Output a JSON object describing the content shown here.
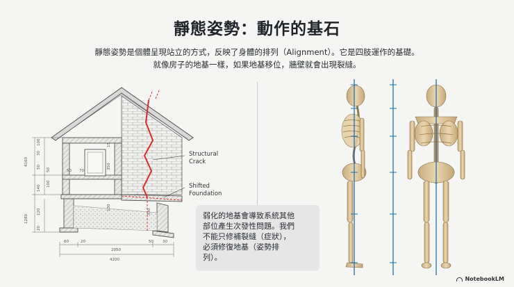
{
  "title": "靜態姿勢：動作的基石",
  "subtitle_line1": "靜態姿勢是個體呈現站立的方式，反映了身體的排列（Alignment）。它是四肢運作的基礎。",
  "subtitle_line2": "就像房子的地基一樣，如果地基移位，牆壁就會出現裂縫。",
  "house": {
    "label_crack_1": "Structural",
    "label_crack_2": "Crack",
    "label_foundation_1": "Shifted",
    "label_foundation_2": "Foundation",
    "dims": {
      "left_total": "4160",
      "left_upper_a": "100",
      "left_upper_b": "30",
      "left_mid_a": "50",
      "left_mid_b": "140",
      "left_low_a": "50",
      "left_low_b": "100",
      "left_foot_a": "1280",
      "left_foot_b": "120",
      "left_foot_c": "20",
      "inner_a": "50",
      "inner_b": "70",
      "inner_c": "350",
      "inner_d": "15",
      "inner_e": "130",
      "inner_f": "330",
      "bottom_a": "60",
      "bottom_b": "20",
      "bottom_c": "50",
      "bottom_d": "30",
      "bottom_mid": "2050",
      "bottom_total": "4200"
    }
  },
  "callout": {
    "line1": "弱化的地基會導致系統其他",
    "line2": "部位產生次發性問題。我們",
    "line3": "不能只修補裂縫（症狀），",
    "line4": "必須修復地基（姿勢排",
    "line5": "列）。"
  },
  "brand": "NotebookLM",
  "colors": {
    "crack": "#d92b2b",
    "guide_line": "#1e6fb0",
    "bone": "#d9c39a",
    "background": "#f5f5f3"
  }
}
